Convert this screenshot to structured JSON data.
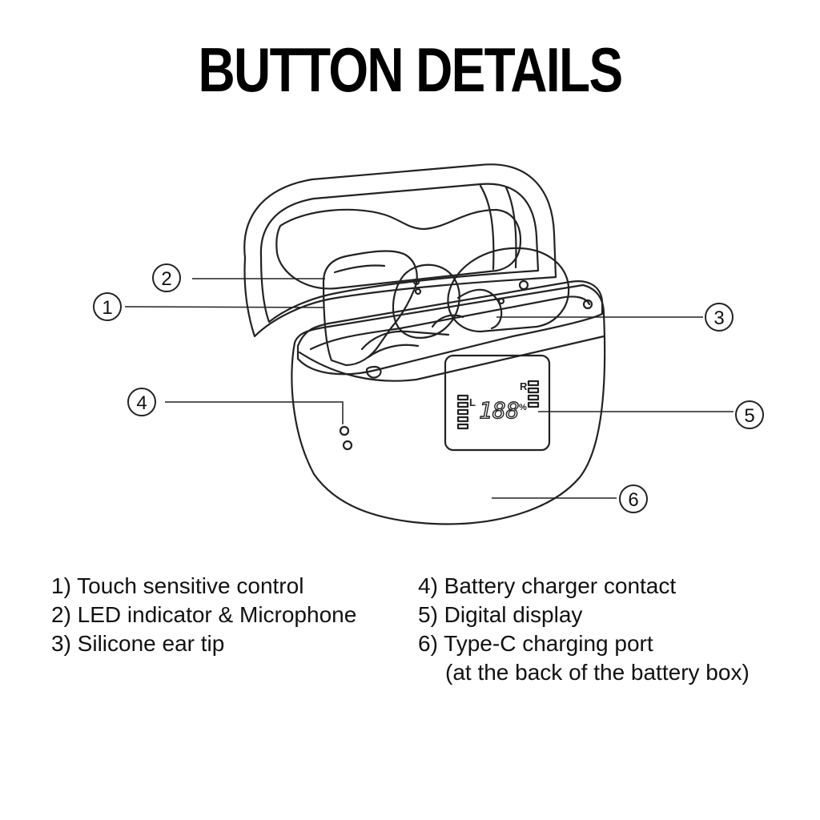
{
  "title": "BUTTON DETAILS",
  "colors": {
    "line": "#222222",
    "text": "#111111",
    "background": "#ffffff"
  },
  "display": {
    "left_label": "L",
    "right_label": "R",
    "digits": "188",
    "unit": "%"
  },
  "callouts": [
    "1",
    "2",
    "3",
    "4",
    "5",
    "6"
  ],
  "legend": {
    "left": [
      "1) Touch sensitive control",
      "2) LED indicator & Microphone",
      "3) Silicone ear tip"
    ],
    "right": [
      "4) Battery charger contact",
      "5) Digital display",
      "6) Type-C charging port"
    ],
    "right_note": "(at the back of the battery box)"
  }
}
